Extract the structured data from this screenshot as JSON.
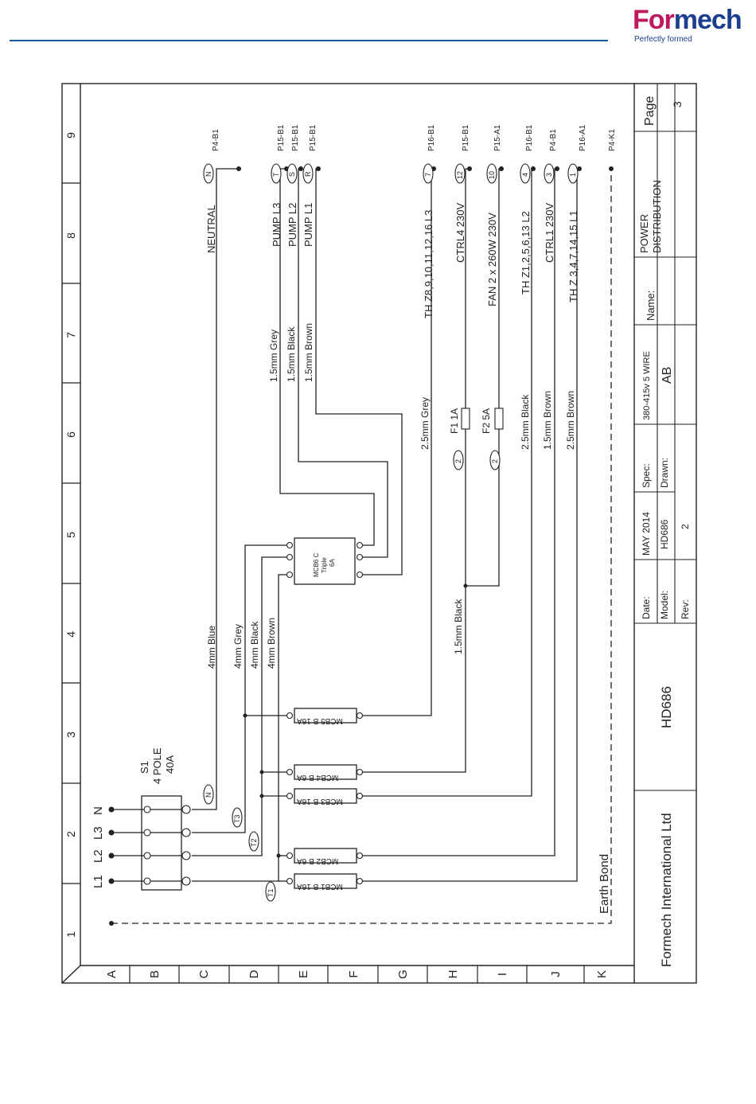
{
  "header": {
    "logo_part1": "For",
    "logo_part2": "mech",
    "tagline": "Perfectly formed"
  },
  "grid": {
    "rows": [
      "A",
      "B",
      "C",
      "D",
      "E",
      "F",
      "G",
      "H",
      "I",
      "J",
      "K"
    ],
    "cols": [
      "1",
      "2",
      "3",
      "4",
      "5",
      "6",
      "7",
      "8",
      "9"
    ]
  },
  "title_block": {
    "company": "Formech International Ltd",
    "model_big": "HD686",
    "date_label": "Date:",
    "date_value": "MAY 2014",
    "model_label": "Model:",
    "model_value": "HD686",
    "rev_label": "Rev:",
    "rev_value": "2",
    "spec_label": "Spec:",
    "spec_value": "380-415v 5 WIRE",
    "drawn_label": "Drawn:",
    "drawn_value": "AB",
    "name_label": "Name:",
    "name_value_1": "POWER",
    "name_value_2": "DISTRIBUTION",
    "page_label": "Page",
    "page_value": "3"
  },
  "switch": {
    "name": "S1",
    "poles": "4 POLE",
    "rating": "40A",
    "inputs": [
      "L1",
      "L2",
      "L3",
      "N"
    ],
    "outputs": [
      "T1",
      "T2",
      "T3",
      "N"
    ]
  },
  "breakers": [
    "MCB1 B 16A",
    "MCB2 B 6A",
    "MCB3 B 16A",
    "MCB4 B 6A",
    "MCB5 B 16A"
  ],
  "mcb6": [
    "MCB6 C",
    "Triple",
    "6A"
  ],
  "wire_labels": {
    "blue": "4mm Blue",
    "grey": "4mm Grey",
    "black": "4mm Black",
    "brown": "4mm Brown",
    "ctrl_black": "1.5mm Black",
    "pump_grey": "1.5mm Grey",
    "pump_black": "1.5mm Black",
    "pump_brown": "1.5mm Brown",
    "mcb5_grey": "2.5mm Grey",
    "mcb3_black": "2.5mm Black",
    "mcb2_brown": "1.5mm Brown",
    "mcb1_brown": "2.5mm Brown",
    "earth": "Earth Bond"
  },
  "fuses": {
    "f1": "F1 1A",
    "f2": "F2 5A",
    "term": "2"
  },
  "outputs": [
    {
      "label": "NEUTRAL",
      "term": "N",
      "ref": "P4-B1"
    },
    {
      "label": "PUMP L3",
      "term": "T",
      "ref": "P15-B1"
    },
    {
      "label": "PUMP L2",
      "term": "S",
      "ref": "P15-B1"
    },
    {
      "label": "PUMP L1",
      "term": "R",
      "ref": "P15-B1"
    },
    {
      "label": "TH Z8,9,10,11,12,16 L3",
      "term": "7",
      "ref": "P16-B1"
    },
    {
      "label": "CTRL4 230V",
      "term": "12",
      "ref": "P15-B1"
    },
    {
      "label": "FAN 2 x 260W 230V",
      "term": "10",
      "ref": "P15-A1"
    },
    {
      "label": "TH Z1,2,5,6,13 L2",
      "term": "4",
      "ref": "P16-B1"
    },
    {
      "label": "CTRL1 230V",
      "term": "3",
      "ref": "P4-B1"
    },
    {
      "label": "TH Z 3,4,7,14,15 L1",
      "term": "1",
      "ref": "P16-A1"
    },
    {
      "label": "",
      "term": "",
      "ref": "P4-K1"
    }
  ]
}
